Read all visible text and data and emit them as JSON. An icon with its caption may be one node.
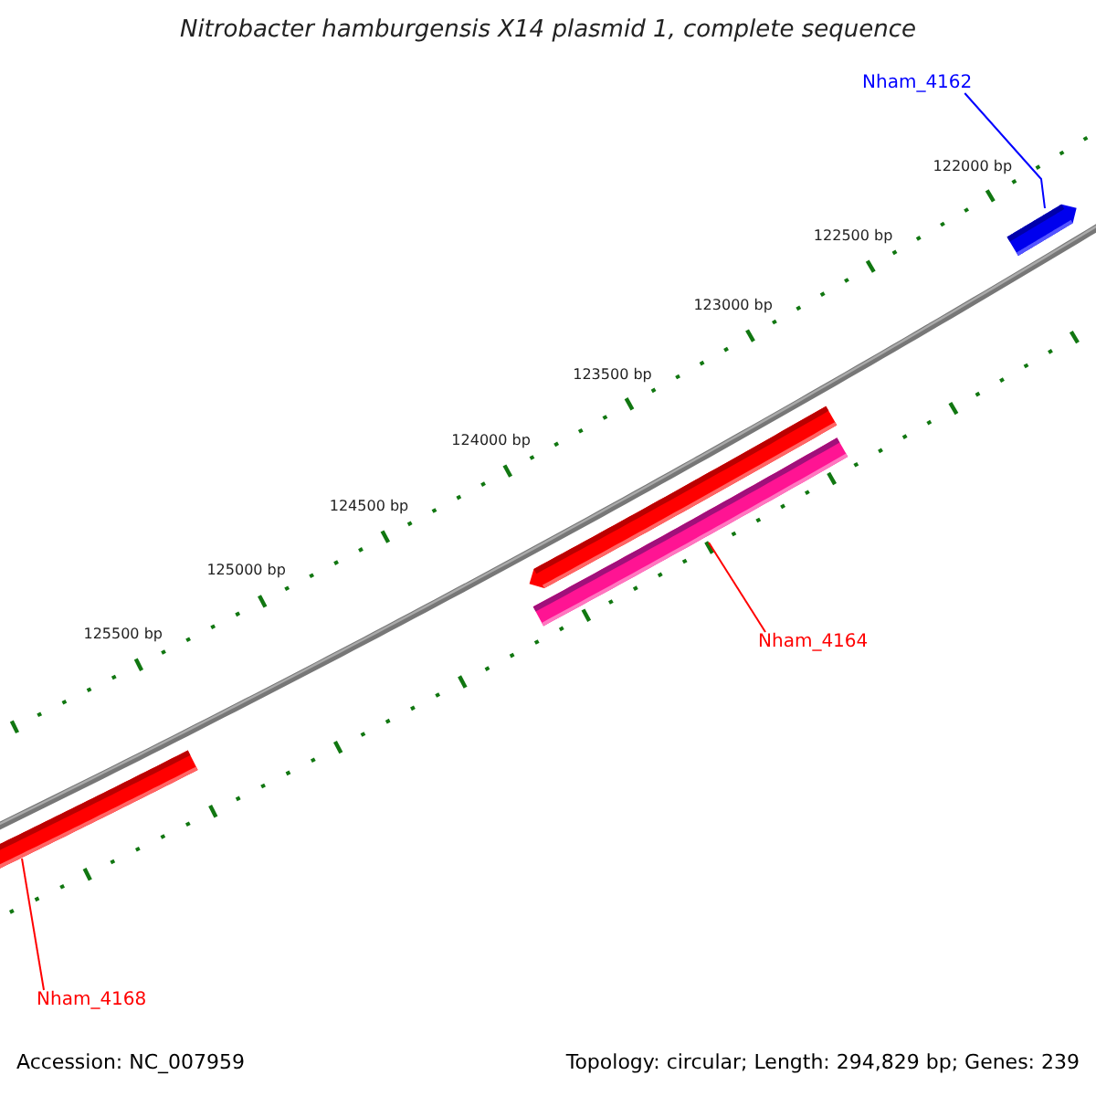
{
  "diagram": {
    "title": "Nitrobacter hamburgensis X14 plasmid 1, complete sequence",
    "nodes": [
      {
        "text": [
          "Nham_4162"
        ]
      },
      {
        "text": [],
        "shape": "bar"
      },
      {
        "text": [],
        "shape": "bar"
      },
      {
        "text": [],
        "shape": "bar"
      },
      {
        "text": [
          "Nham_4164"
        ]
      },
      {
        "text": [],
        "shape": "bar"
      },
      {
        "text": [
          "Nham_4168"
        ]
      }
    ],
    "edges": [
      {
        "from": 0,
        "to": 1,
        "arrow": "none",
        "color": "#0000ff"
      },
      {
        "from": 4,
        "to": 3,
        "arrow": "none"
      },
      {
        "from": 6,
        "to": 5,
        "arrow": "none"
      }
    ],
    "labels": [
      "122000 bp",
      "122500 bp",
      "123000 bp",
      "123500 bp",
      "124000 bp",
      "124500 bp",
      "125000 bp",
      "125500 bp",
      "Accession: NC_007959",
      "Topology: circular; Length: 294,829 bp; Genes: 239"
    ]
  }
}
